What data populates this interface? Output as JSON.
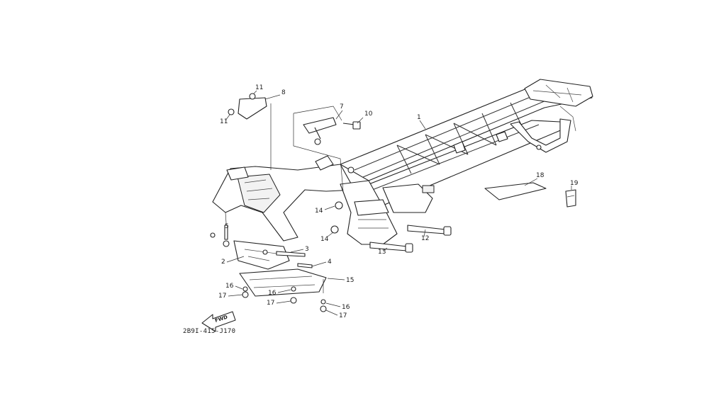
{
  "callouts": [
    {
      "id": "c1",
      "label": "1"
    },
    {
      "id": "c2",
      "label": "2"
    },
    {
      "id": "c3",
      "label": "3"
    },
    {
      "id": "c4",
      "label": "4"
    },
    {
      "id": "c5",
      "label": "5"
    },
    {
      "id": "c7",
      "label": "7"
    },
    {
      "id": "c8",
      "label": "8"
    },
    {
      "id": "c10",
      "label": "10"
    },
    {
      "id": "c11a",
      "label": "11"
    },
    {
      "id": "c11b",
      "label": "11"
    },
    {
      "id": "c12",
      "label": "12"
    },
    {
      "id": "c13",
      "label": "13"
    },
    {
      "id": "c14a",
      "label": "14"
    },
    {
      "id": "c14b",
      "label": "14"
    },
    {
      "id": "c15",
      "label": "15"
    },
    {
      "id": "c16a",
      "label": "16"
    },
    {
      "id": "c16b",
      "label": "16"
    },
    {
      "id": "c16c",
      "label": "16"
    },
    {
      "id": "c17a",
      "label": "17"
    },
    {
      "id": "c17b",
      "label": "17"
    },
    {
      "id": "c17c",
      "label": "17"
    },
    {
      "id": "c18",
      "label": "18"
    },
    {
      "id": "c19",
      "label": "19"
    }
  ],
  "direction_label": "FWD",
  "part_code": "2B9I-415-J170"
}
